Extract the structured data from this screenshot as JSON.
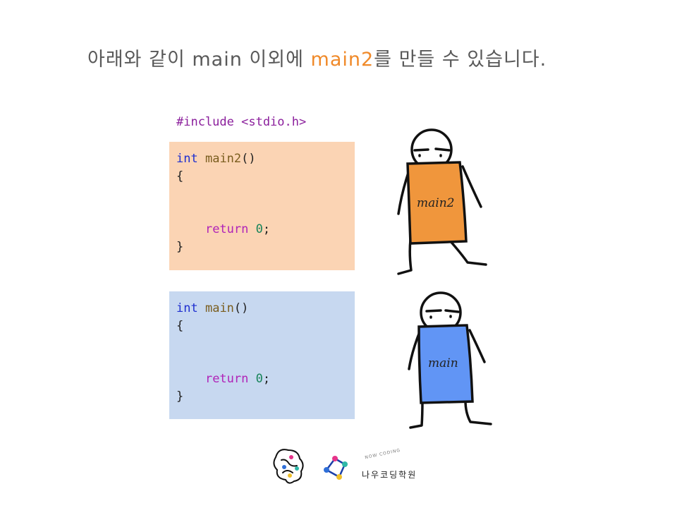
{
  "slide": {
    "title_prefix": "아래와 같이 main 이외에 ",
    "title_accent": "main2",
    "title_suffix": "를 만들 수 있습니다."
  },
  "code": {
    "include": "#include <stdio.h>",
    "block_main2": {
      "type": "int",
      "fn": "main2",
      "parens": "()",
      "open_brace": "{",
      "ret": "return",
      "zero": "0",
      "semi": ";",
      "close_brace": "}"
    },
    "block_main": {
      "type": "int",
      "fn": "main",
      "parens": "()",
      "open_brace": "{",
      "ret": "return",
      "zero": "0",
      "semi": ";",
      "close_brace": "}"
    }
  },
  "figures": {
    "top_label": "main2",
    "bottom_label": "main",
    "top_color": "#f0963c",
    "bottom_color": "#6195f5"
  },
  "logo": {
    "text": "나우코딩학원",
    "arc_text": "NOW CODING"
  },
  "colors": {
    "accent": "#f08a2a",
    "orange_box": "#fbd4b4",
    "blue_box": "#c7d8f0"
  }
}
